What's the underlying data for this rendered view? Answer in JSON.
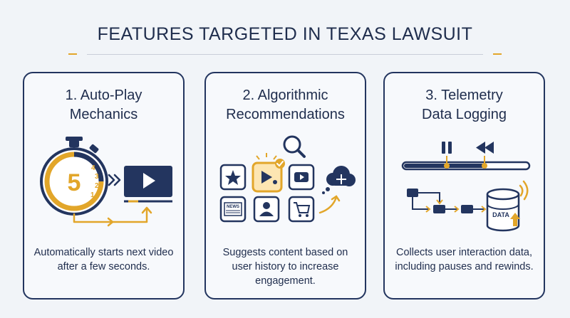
{
  "title": "FEATURES TARGETED IN TEXAS LAWSUIT",
  "colors": {
    "navy": "#23355f",
    "gold": "#e2a62a",
    "background": "#f1f4f8"
  },
  "cards": [
    {
      "title": "1. Auto-Play\nMechanics",
      "description": "Automatically starts next video after a few seconds.",
      "illustration": {
        "icons": [
          "stopwatch-icon",
          "double-chevron-icon",
          "video-player-icon",
          "loop-arrow-icon"
        ],
        "countdown_value": "5",
        "countdown_ticks": [
          "4",
          "3",
          "2",
          "1"
        ]
      }
    },
    {
      "title": "2. Algorithmic\nRecommendations",
      "description": "Suggests content based on user history to increase engagement.",
      "illustration": {
        "icons": [
          "magnifier-icon",
          "star-tile-icon",
          "play-user-tile-icon",
          "check-badge-icon",
          "video-tile-icon",
          "news-tile-icon",
          "user-tile-icon",
          "cart-tile-icon",
          "add-bubble-icon",
          "curved-arrow-icon"
        ],
        "news_label": "NEWS"
      }
    },
    {
      "title": "3. Telemetry\nData Logging",
      "description": "Collects user interaction data, including pauses and rewinds.",
      "illustration": {
        "icons": [
          "pause-icon",
          "rewind-icon",
          "timeline-bar-icon",
          "flow-diagram-icon",
          "database-icon",
          "signal-icon",
          "upload-arrow-icon"
        ],
        "database_label": "DATA"
      }
    }
  ]
}
